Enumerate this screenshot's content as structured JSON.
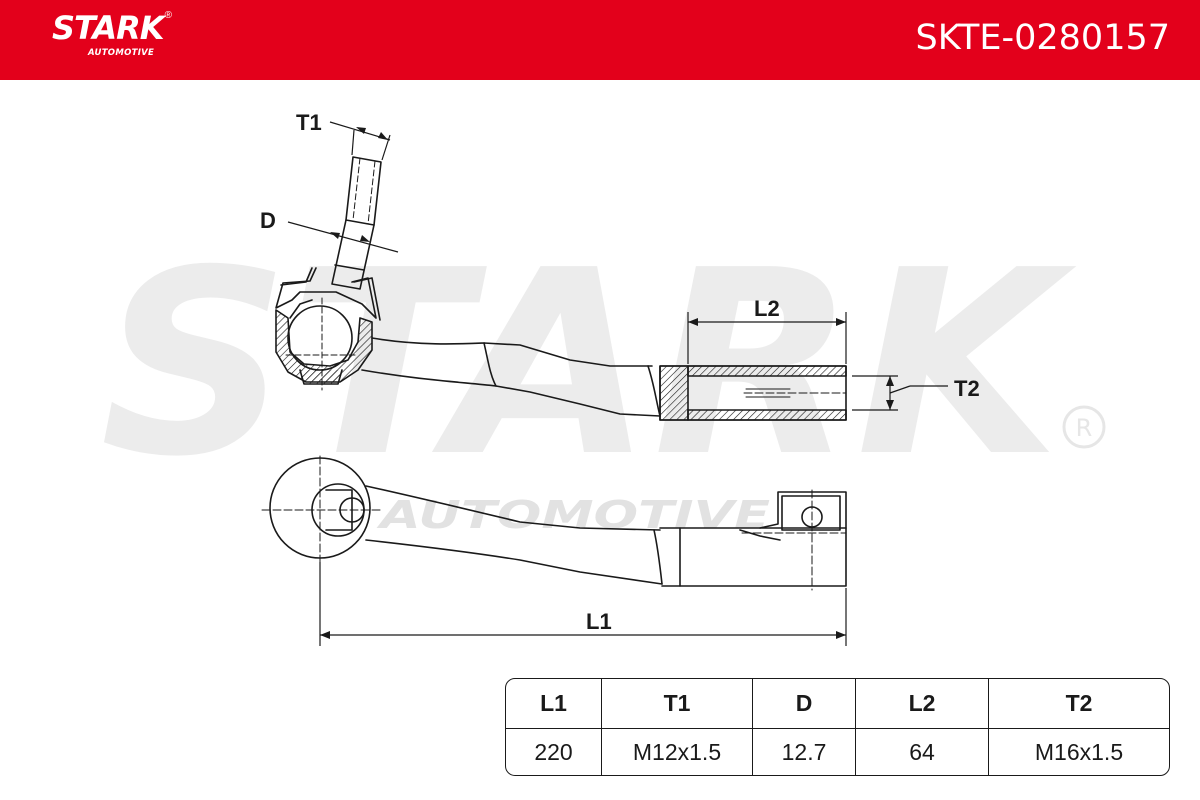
{
  "header": {
    "brand": "STARK",
    "brand_sub": "AUTOMOTIVE",
    "part_number": "SKTE-0280157"
  },
  "watermark": {
    "text": "STARK",
    "sub_text": "AUTOMOTIVE"
  },
  "colors": {
    "brand_red": "#e3001b",
    "line": "#1a1a1a",
    "watermark": "#ececec"
  },
  "dimension_labels": {
    "t1": "T1",
    "d": "D",
    "l2": "L2",
    "t2": "T2",
    "l1": "L1"
  },
  "spec_table": {
    "headers": [
      "L1",
      "T1",
      "D",
      "L2",
      "T2"
    ],
    "values": [
      "220",
      "M12x1.5",
      "12.7",
      "64",
      "M16x1.5"
    ]
  }
}
